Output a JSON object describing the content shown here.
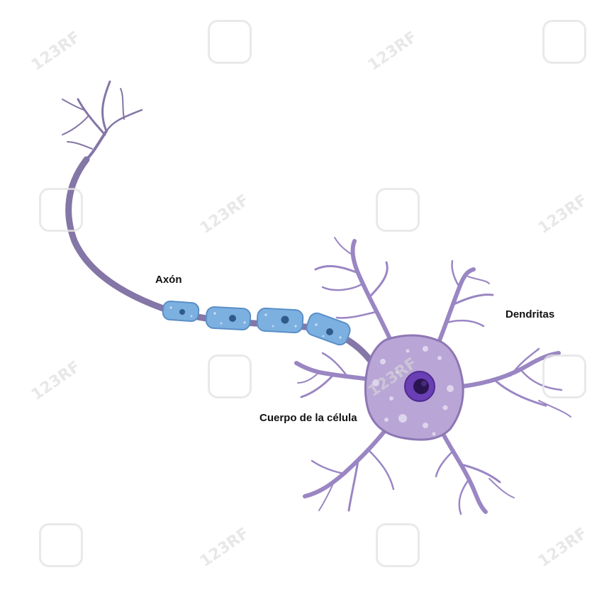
{
  "labels": {
    "axon": "Axón",
    "dendrites": "Dendritas",
    "cell_body": "Cuerpo de la célula"
  },
  "watermark": {
    "text": "123RF"
  },
  "colors": {
    "axon": "#8476a6",
    "myelin_fill": "#7cb0e0",
    "myelin_stroke": "#5a8fc7",
    "myelin_nucleus": "#2f5a8a",
    "soma_fill": "#b9a5d6",
    "soma_stroke": "#8d77b4",
    "dendrite": "#9a86c3",
    "nucleus_outer": "#6a3fb5",
    "nucleus_inner": "#2a1550",
    "vesicle": "#ddd5ec"
  }
}
